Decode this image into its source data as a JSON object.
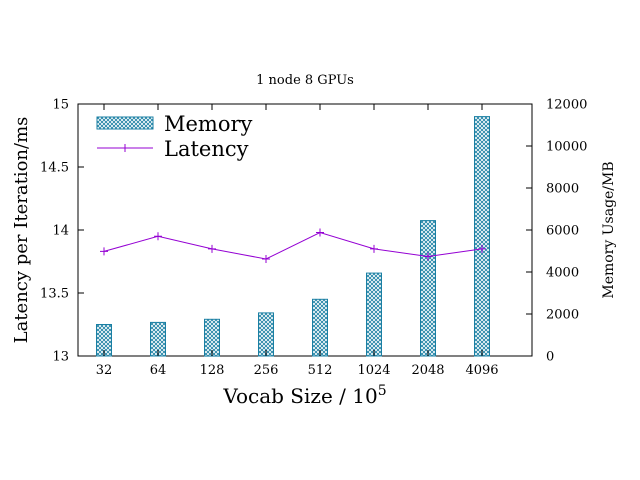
{
  "chart_data": {
    "type": "bar+line",
    "title": "1 node 8 GPUs",
    "xlabel": "Vocab Size / 10",
    "xlabel_exponent": "5",
    "ylabel": "Latency per Iteration/ms",
    "y2label": "Memory Usage/MB",
    "categories": [
      "32",
      "64",
      "128",
      "256",
      "512",
      "1024",
      "2048",
      "4096"
    ],
    "ylim": [
      13,
      15
    ],
    "yticks": [
      "13",
      "13.5",
      "14",
      "14.5",
      "15"
    ],
    "y2lim": [
      0,
      12000
    ],
    "y2ticks": [
      "0",
      "2000",
      "4000",
      "6000",
      "8000",
      "10000",
      "12000"
    ],
    "legend_position": "top-left",
    "series": [
      {
        "name": "Memory",
        "type": "bar",
        "axis": "right",
        "color": "#1a7fa3",
        "values": [
          1500,
          1600,
          1750,
          2050,
          2700,
          3950,
          6450,
          11400
        ]
      },
      {
        "name": "Latency",
        "type": "line",
        "axis": "left",
        "color": "#9400d3",
        "values": [
          13.83,
          13.95,
          13.85,
          13.77,
          13.98,
          13.85,
          13.79,
          13.85
        ]
      }
    ],
    "grid": false
  }
}
